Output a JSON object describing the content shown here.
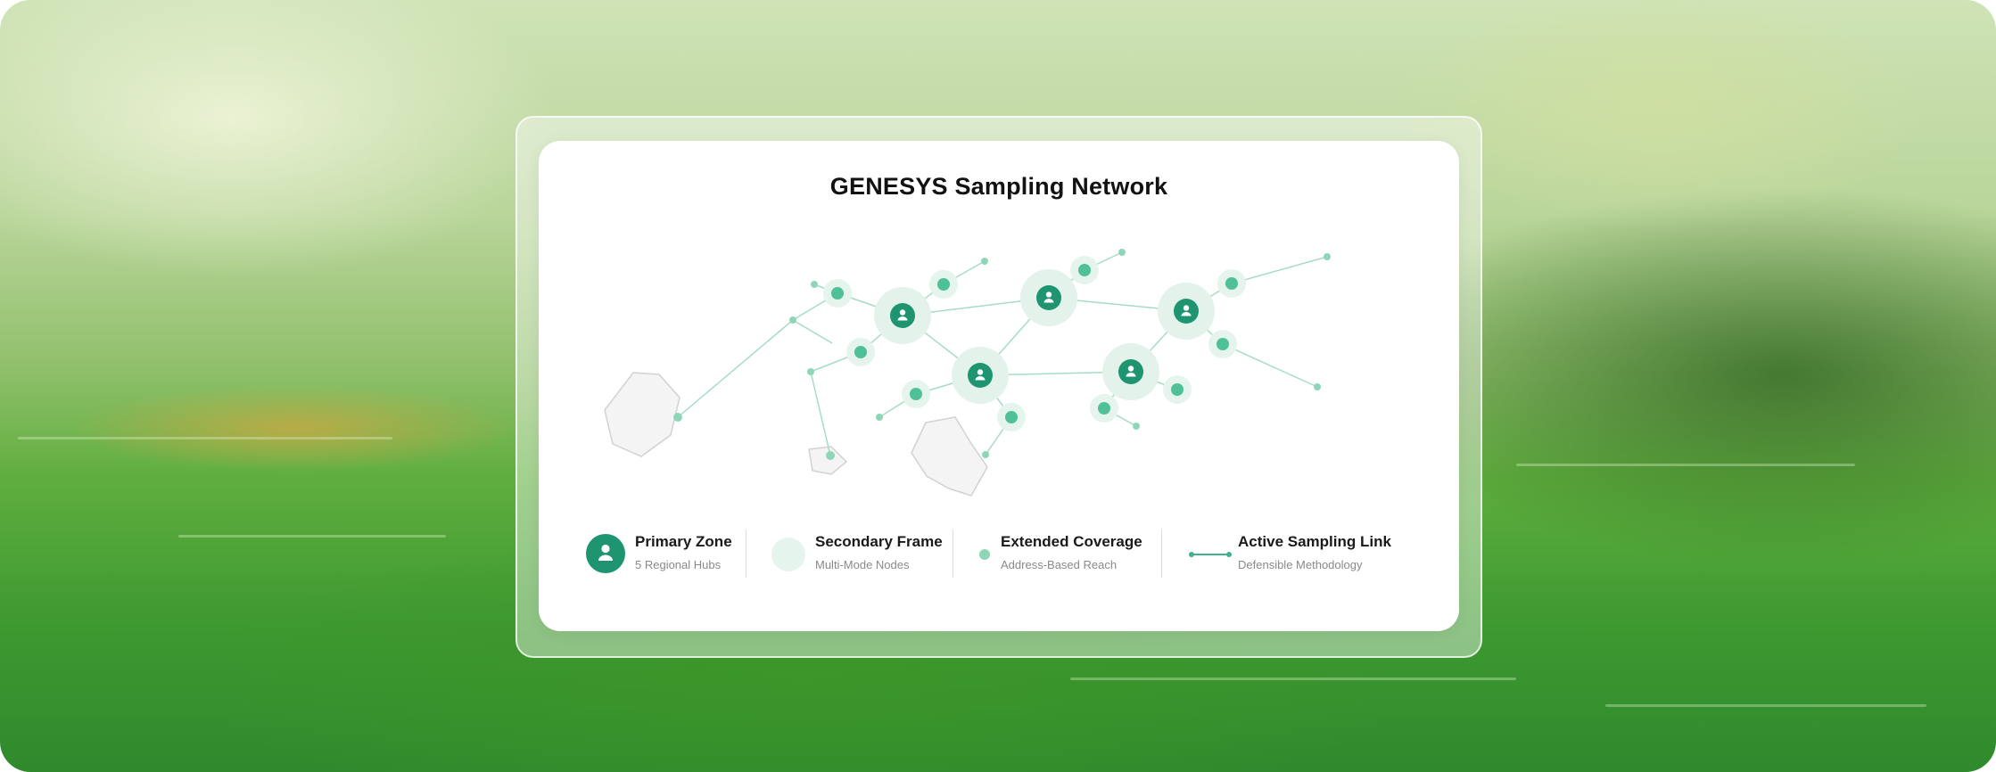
{
  "title": "GENESYS Sampling Network",
  "colors": {
    "primary": "#1e9470",
    "secondary_halo": "#e3f3ec",
    "extended": "#8fd6b8",
    "link": "#9fd8c1",
    "shape_fill": "#f4f4f4",
    "shape_stroke": "#d0d0d0"
  },
  "icons": {
    "hub": "person-icon"
  },
  "legend": [
    {
      "label": "Primary Zone",
      "sublabel": "5 Regional Hubs",
      "icon": "primary-zone-icon"
    },
    {
      "label": "Secondary Frame",
      "sublabel": "Multi-Mode Nodes",
      "icon": "secondary-frame-icon"
    },
    {
      "label": "Extended Coverage",
      "sublabel": "Address-Based Reach",
      "icon": "extended-coverage-icon"
    },
    {
      "label": "Active Sampling Link",
      "sublabel": "Defensible Methodology",
      "icon": "sampling-link-icon"
    }
  ]
}
